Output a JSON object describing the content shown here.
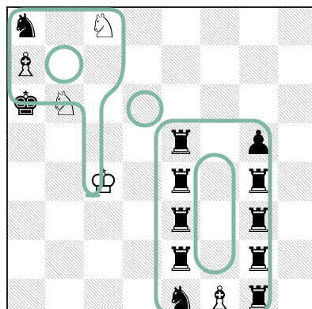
{
  "board": {
    "files": 8,
    "ranks": 8,
    "dark_square_pattern": "diagonal-hatch",
    "pieces": [
      {
        "square": "a8",
        "glyph": "♞",
        "name": "black-knight"
      },
      {
        "square": "c8",
        "glyph": "♘",
        "name": "white-knight"
      },
      {
        "square": "a7",
        "glyph": "♗",
        "name": "white-bishop"
      },
      {
        "square": "a6",
        "glyph": "♚",
        "name": "black-king"
      },
      {
        "square": "b6",
        "glyph": "♘",
        "name": "white-knight"
      },
      {
        "square": "c4",
        "glyph": "♔",
        "name": "white-king"
      },
      {
        "square": "e5",
        "glyph": "♜",
        "name": "black-rook"
      },
      {
        "square": "e4",
        "glyph": "♜",
        "name": "black-rook"
      },
      {
        "square": "e3",
        "glyph": "♜",
        "name": "black-rook"
      },
      {
        "square": "e2",
        "glyph": "♜",
        "name": "black-rook"
      },
      {
        "square": "e1",
        "glyph": "♞",
        "name": "black-knight"
      },
      {
        "square": "f1",
        "glyph": "♗",
        "name": "white-bishop"
      },
      {
        "square": "g5",
        "glyph": "♟",
        "name": "black-pawn"
      },
      {
        "square": "g4",
        "glyph": "♜",
        "name": "black-rook"
      },
      {
        "square": "g3",
        "glyph": "♜",
        "name": "black-rook"
      },
      {
        "square": "g2",
        "glyph": "♜",
        "name": "black-rook"
      },
      {
        "square": "g1",
        "glyph": "♜",
        "name": "black-rook"
      }
    ]
  },
  "highlight_color": "#7fb7a4",
  "outline_color": "#222222"
}
